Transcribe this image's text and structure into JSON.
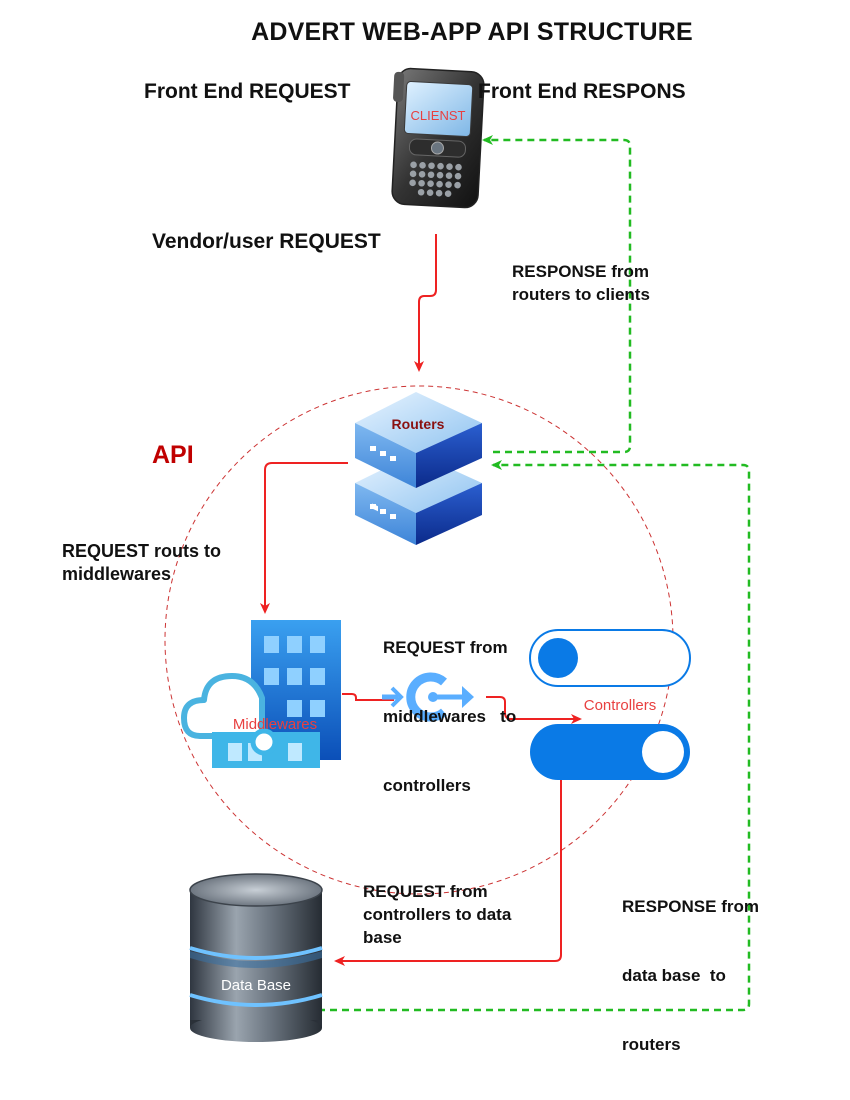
{
  "title": "ADVERT WEB-APP API STRUCTURE",
  "front_end_request": "Front End REQUEST",
  "front_end_response": "Front End RESPONS",
  "client_label": "CLIENST",
  "vendor_request": "Vendor/user REQUEST",
  "response_routers_clients": [
    "RESPONSE from",
    "routers to clients"
  ],
  "api_label": "API",
  "routers_label": "Routers",
  "request_routs_middlewares": [
    "REQUEST routs to",
    "middlewares"
  ],
  "request_middlewares_controllers": [
    "REQUEST from",
    "middlewares   to",
    "controllers"
  ],
  "middlewares_label": "Middlewares",
  "controllers_label": "Controllers",
  "response_db_routers": [
    "RESPONSE from",
    "data base  to",
    "routers"
  ],
  "request_controllers_db": [
    "REQUEST from",
    "controllers to data",
    "base"
  ],
  "database_label": "Data Base",
  "colors": {
    "request_arrow": "#ee2222",
    "response_arrow": "#22bb22",
    "api_boundary": "#cc3333",
    "api_text": "#c00000",
    "toggle_blue": "#0a7ae6",
    "router_blue": "#2456c8"
  }
}
